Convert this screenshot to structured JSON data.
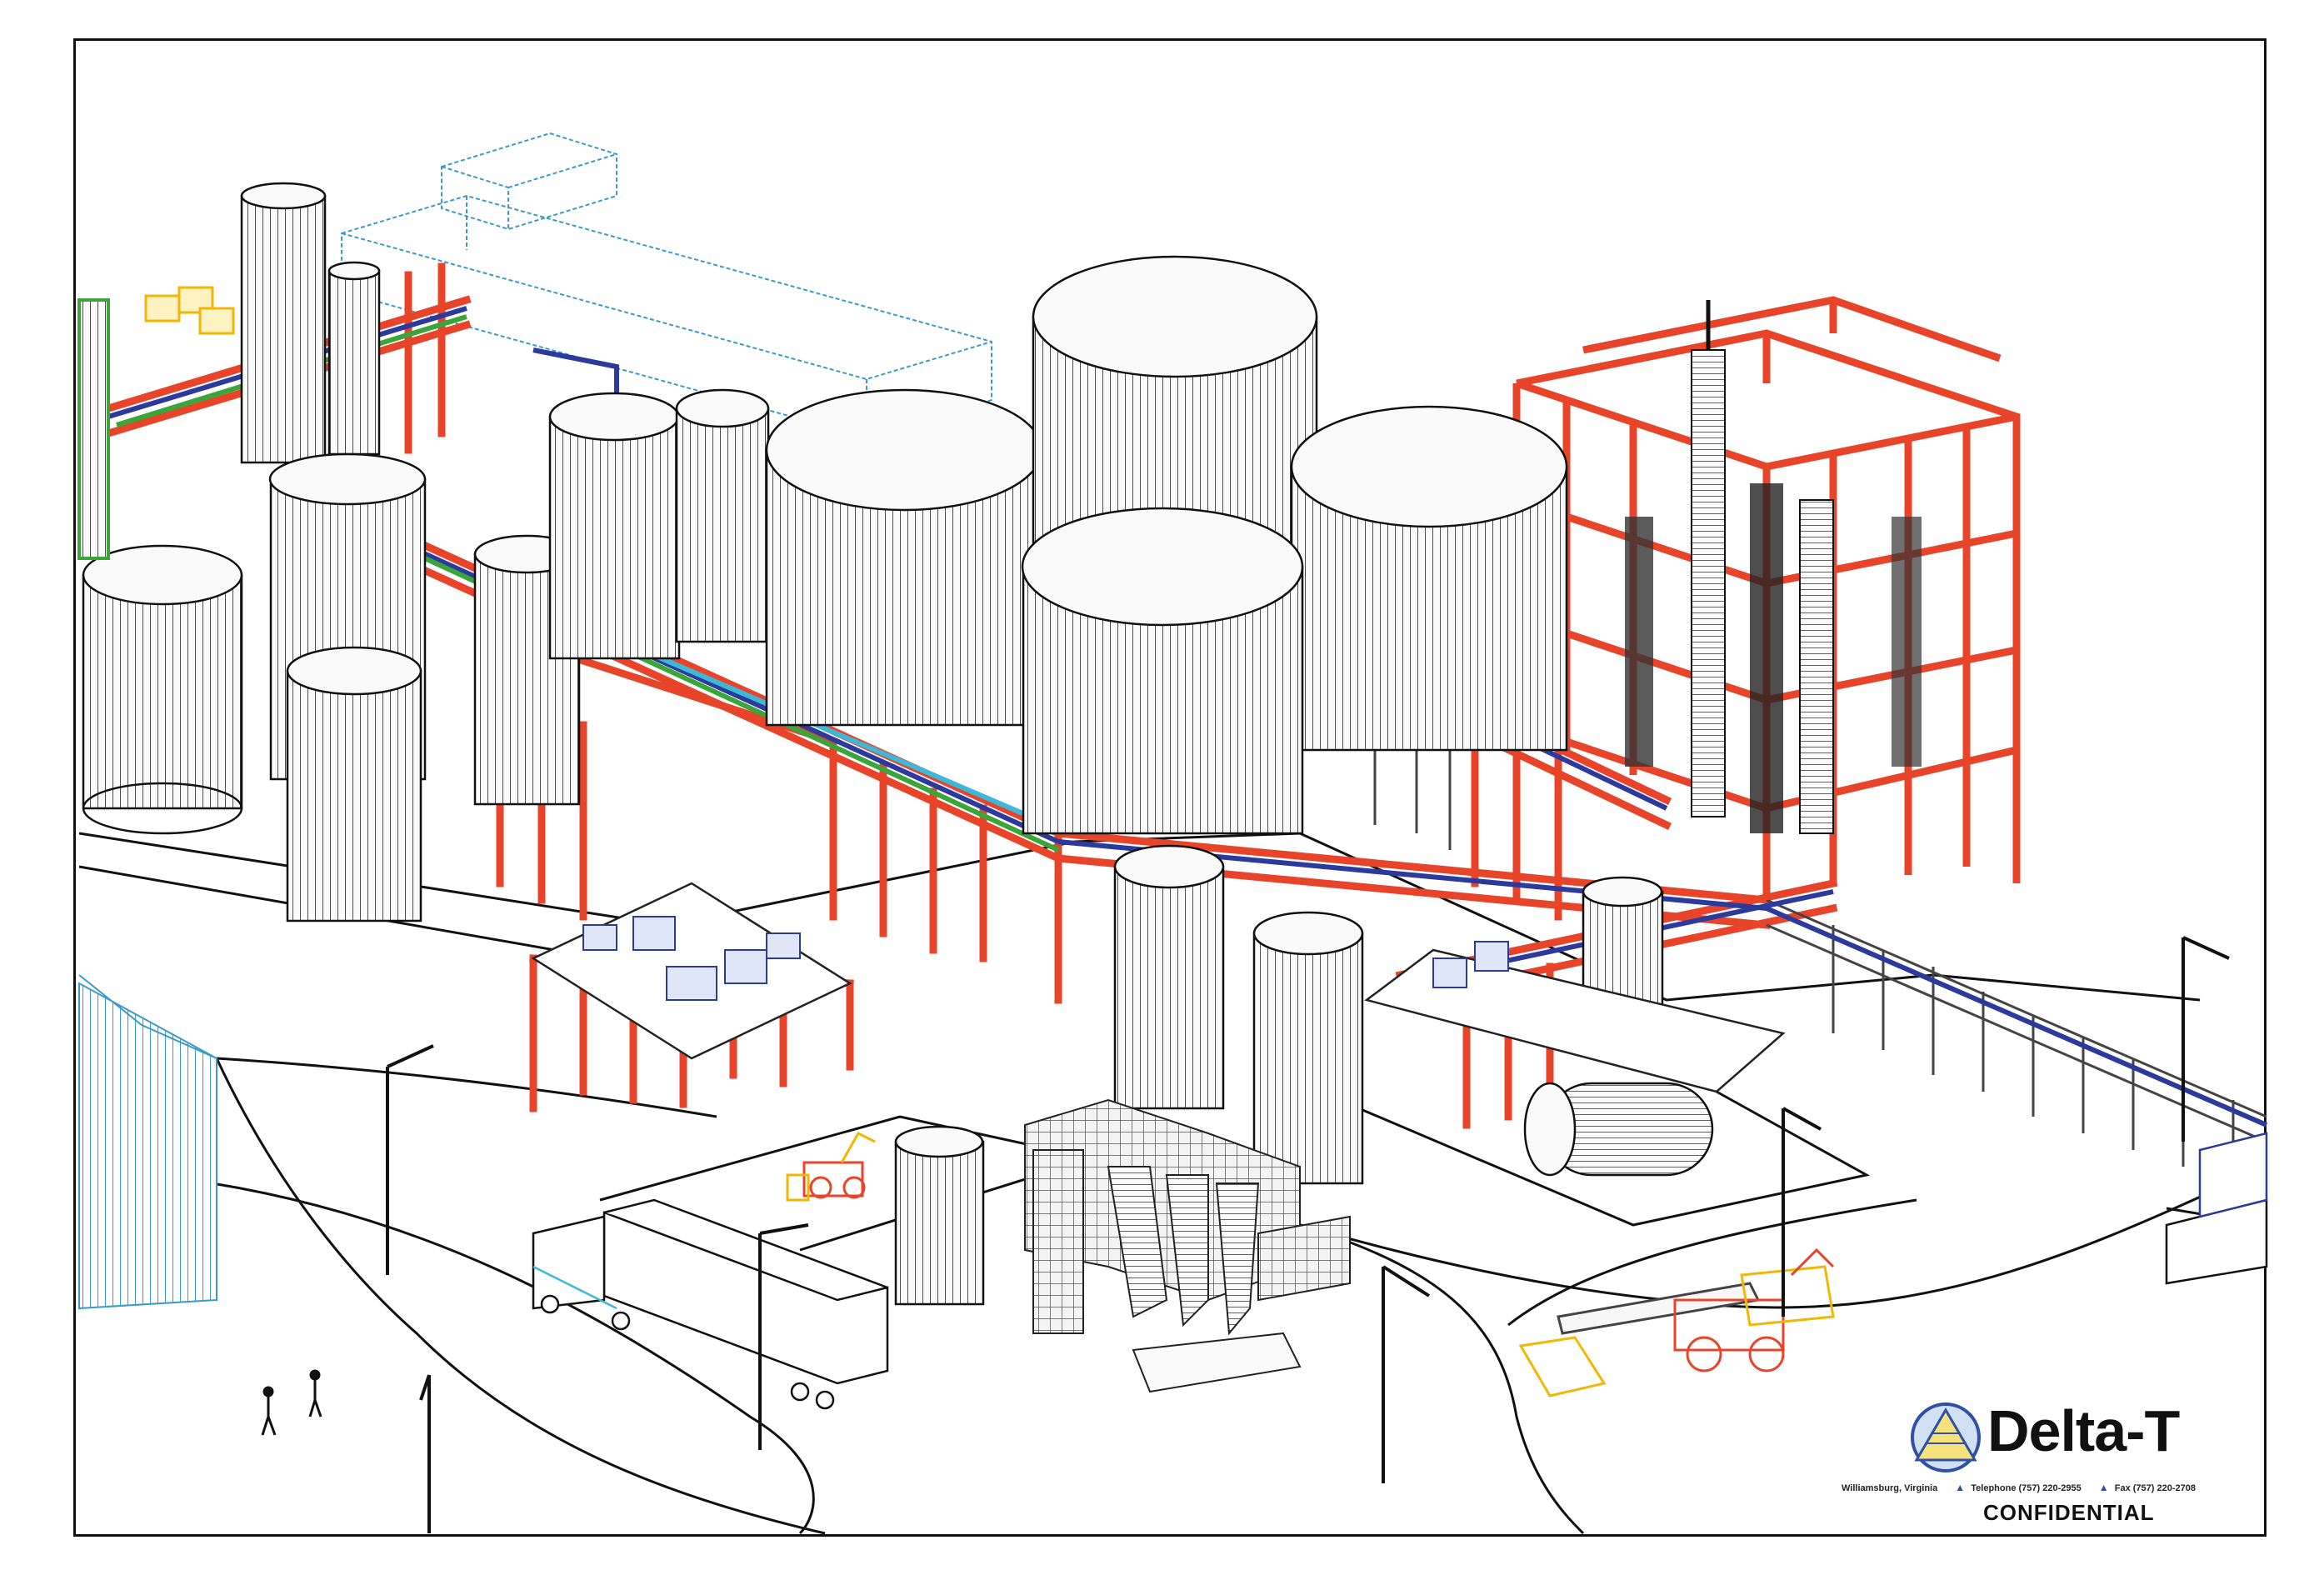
{
  "brand": {
    "name": "Delta-T",
    "location": "Williamsburg, Virginia",
    "telephone": "Telephone (757) 220-2955",
    "fax": "Fax (757) 220-2708",
    "notice": "CONFIDENTIAL",
    "logo_icon": "triangle-globe-icon"
  },
  "colors": {
    "steel_structure": "#e8442a",
    "process_pipe_blue": "#2b3a9c",
    "process_pipe_green": "#3aa63a",
    "process_pipe_cyan": "#3db8d8",
    "building_outline": "#3a9bc8",
    "equipment_yellow": "#f2b705",
    "tank_lines": "#222222"
  }
}
